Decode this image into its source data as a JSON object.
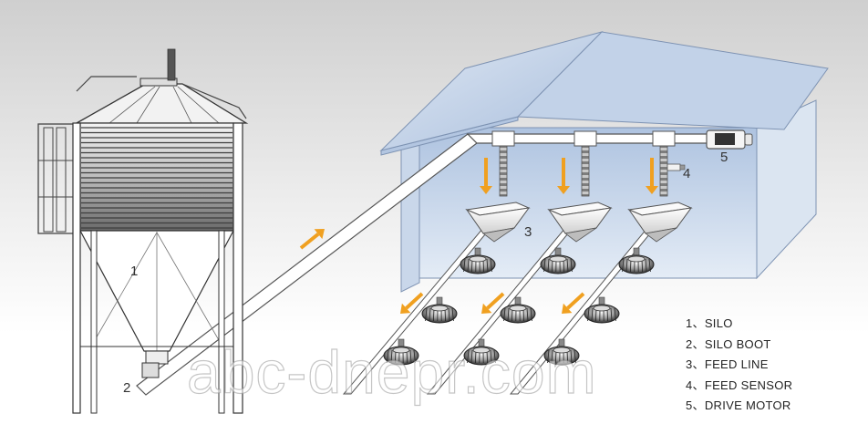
{
  "diagram": {
    "callouts": {
      "silo": "1",
      "silo_boot": "2",
      "feed_line": "3",
      "feed_sensor": "4",
      "drive_motor": "5"
    },
    "legend": [
      "1、SILO",
      "2、SILO BOOT",
      "3、FEED LINE",
      "4、FEED SENSOR",
      "5、DRIVE MOTOR"
    ],
    "watermark": "abc-dnepr.com"
  },
  "colors": {
    "arrow": "#f0a020",
    "barn_wall": "#b8cbe4",
    "barn_roof": "#c4d4ea",
    "pipe": "#ffffff",
    "outline": "#555555"
  }
}
